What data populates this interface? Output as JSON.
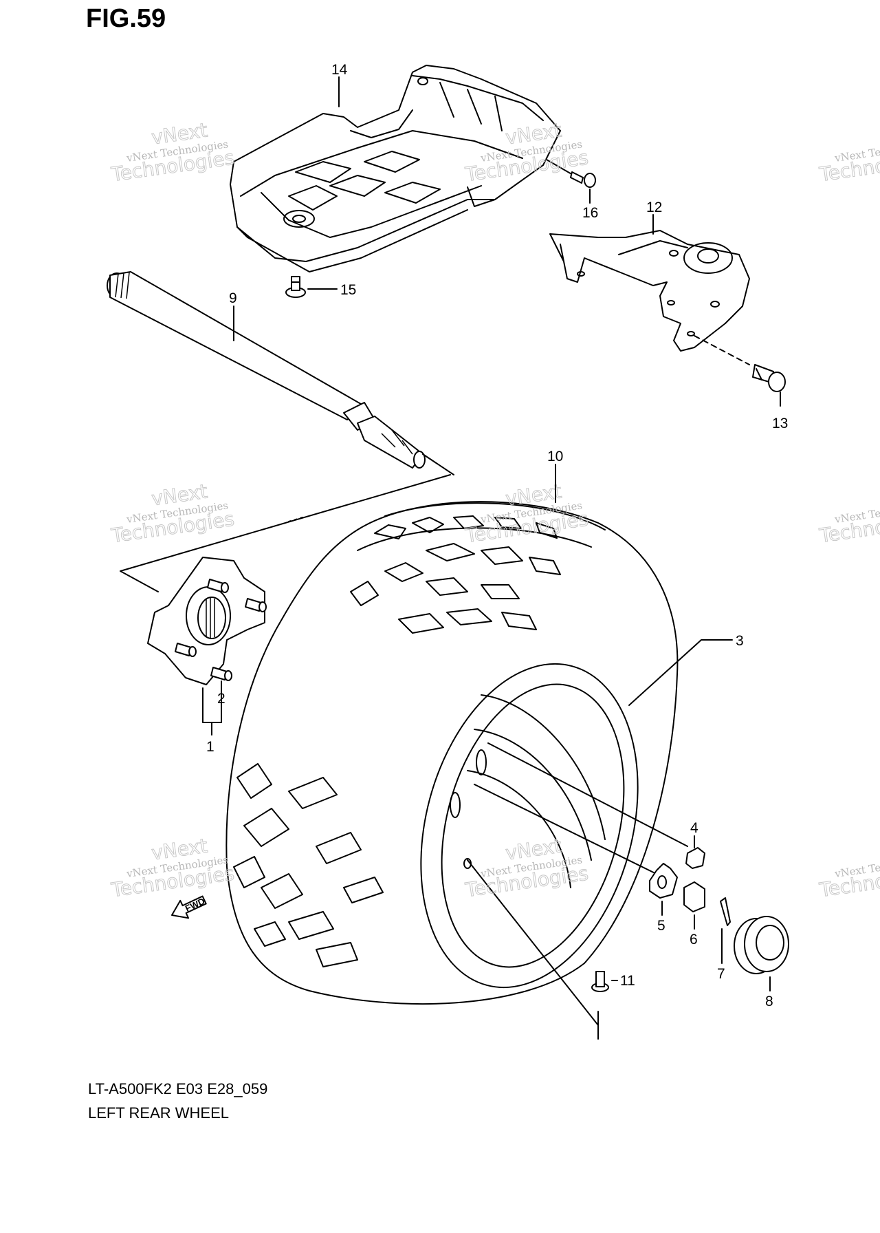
{
  "figure": {
    "title": "FIG.59",
    "code": "LT-A500FK2 E03 E28_059",
    "name": "LEFT REAR WHEEL"
  },
  "callouts": [
    "1",
    "2",
    "3",
    "4",
    "5",
    "6",
    "7",
    "8",
    "9",
    "10",
    "11",
    "12",
    "13",
    "14",
    "15",
    "16"
  ],
  "fwd_label": "FWD",
  "watermark": {
    "line1": "vNext Technologies",
    "line2": "Technologies",
    "top": "vNext",
    "edge1": "vNext Techno",
    "edge2": "Techno"
  },
  "colors": {
    "line": "#000000",
    "watermark": "#b8b8b8",
    "background": "#ffffff"
  }
}
